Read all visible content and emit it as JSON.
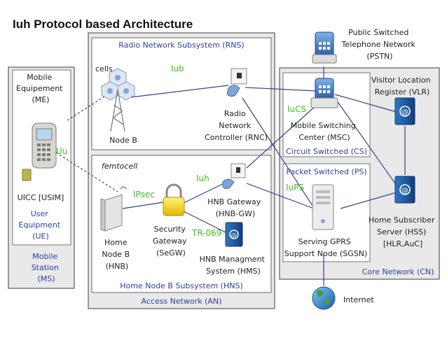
{
  "title": "Iuh Protocol based Architecture",
  "boxes": {
    "ms": "Mobile Station (MS)",
    "rns": "Radio Network Subsystem (RNS)",
    "hns": "Home Node B Subsystem (HNS)",
    "an": "Access Network (AN)",
    "cs": "Circuit Switched (CS)",
    "ps": "Packet Switched (PS)",
    "cn": "Core Network (CN)",
    "femtocell": "femtocell"
  },
  "nodes": {
    "me": [
      "Mobile",
      "Equipement",
      "(ME)"
    ],
    "uicc": "UICC [USIM]",
    "ue": [
      "User",
      "Equipment",
      "(UE)"
    ],
    "ms": [
      "Mobile",
      "Station",
      "(MS)"
    ],
    "cells": "cells",
    "nodeb": "Node B",
    "rnc": [
      "Radio",
      "Network",
      "Controller (RNC)"
    ],
    "pstn": [
      "Public Switched",
      "Telephone Network",
      "(PSTN)"
    ],
    "vlr": [
      "Visitor Location",
      "Register (VLR)"
    ],
    "msc": [
      "Mobile Switching",
      "Center (MSC)"
    ],
    "hnb": [
      "Home",
      "Node B",
      "(HNB)"
    ],
    "segw": [
      "Security",
      "Gateway",
      "(SeGW)"
    ],
    "hnbgw": [
      "HNB Gateway",
      "(HNB-GW)"
    ],
    "hms": [
      "HNB Managment",
      "System (HMS)"
    ],
    "sgsn": [
      "Serving GPRS",
      "Support Node (SGSN)"
    ],
    "hss": [
      "Home Subscriber",
      "Server (HSS)",
      "[HLR,AuC]"
    ],
    "internet": "Internet"
  },
  "interfaces": {
    "iub": "Iub",
    "uu": "Uu",
    "iucs": "IuCS",
    "iups": "IuPS",
    "iuh": "Iuh",
    "ipsec": "IPsec",
    "tr069": "TR-069"
  },
  "colors": {
    "box_stroke": "#666666",
    "box_fill": "#e9e9e9",
    "blue_text": "#2e3f9e",
    "green_text": "#3fbf1a",
    "link": "#3a3f8a"
  }
}
